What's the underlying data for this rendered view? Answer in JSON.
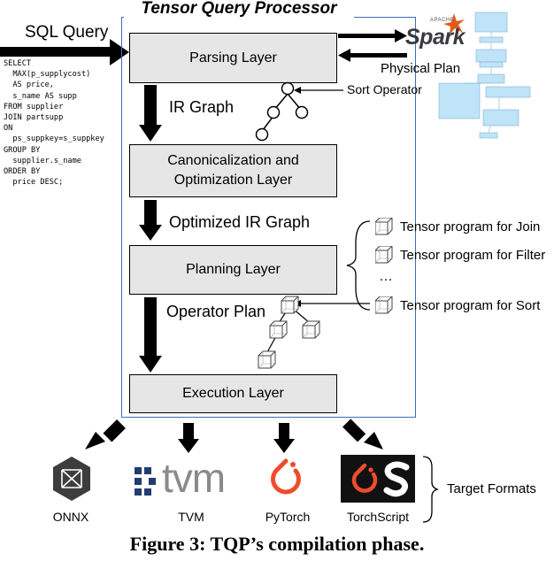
{
  "title": "Tensor Query Processor",
  "sql_query_label": "SQL Query",
  "sql_code": "SELECT\n  MAX(p_supplycost)\n  AS price,\n  s_name AS supp\nFROM supplier\nJOIN partsupp\nON\n  ps_suppkey=s_suppkey\nGROUP BY\n  supplier.s_name\nORDER BY\n  price DESC;",
  "layers": {
    "parsing": "Parsing Layer",
    "canonicalization_line1": "Canonicalization and",
    "canonicalization_line2": "Optimization Layer",
    "planning": "Planning Layer",
    "execution": "Execution Layer"
  },
  "edge_labels": {
    "ir_graph": "IR Graph",
    "optimized_ir_graph": "Optimized IR Graph",
    "operator_plan": "Operator Plan",
    "sort_operator": "Sort Operator",
    "physical_plan": "Physical Plan"
  },
  "spark": {
    "apache": "APACHE",
    "name": "Spark"
  },
  "tensor_programs": [
    "Tensor program for Join",
    "Tensor program for Filter",
    "…",
    "Tensor program for Sort"
  ],
  "targets": {
    "onnx": "ONNX",
    "tvm_logo": "tvm",
    "tvm": "TVM",
    "pytorch": "PyTorch",
    "torchscript": "TorchScript",
    "group_label": "Target Formats"
  },
  "caption": "Figure 3: TQP’s compilation phase.",
  "colors": {
    "frame_border": "#3b6fb6",
    "layer_fill": "#e6e6e6",
    "spark_orange": "#e25a1c",
    "tvm_blue": "#1f3c73",
    "tvm_gray": "#8a8a8a",
    "pytorch_orange": "#ee4c2c",
    "plan_blue": "#bfe3f7"
  }
}
